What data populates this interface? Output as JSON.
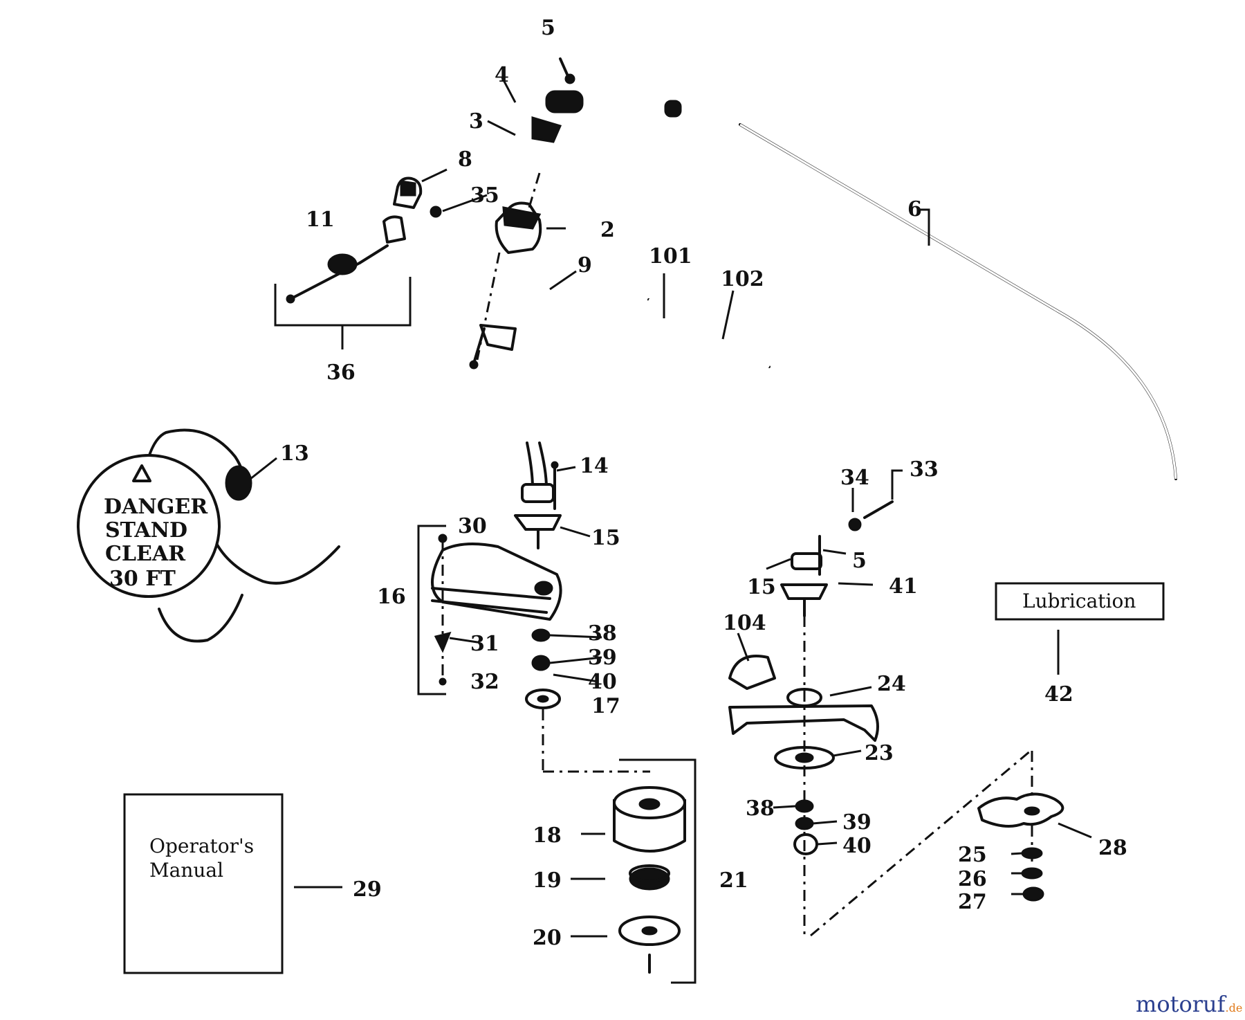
{
  "callouts": {
    "c2": "2",
    "c3": "3",
    "c4": "4",
    "c5a": "5",
    "c5b": "5",
    "c6": "6",
    "c8": "8",
    "c9": "9",
    "c11": "11",
    "c13": "13",
    "c14": "14",
    "c15a": "15",
    "c15b": "15",
    "c16": "16",
    "c17": "17",
    "c18": "18",
    "c19": "19",
    "c20": "20",
    "c21": "21",
    "c23": "23",
    "c24": "24",
    "c25": "25",
    "c26": "26",
    "c27": "27",
    "c28": "28",
    "c29": "29",
    "c30": "30",
    "c31": "31",
    "c32": "32",
    "c33": "33",
    "c34": "34",
    "c35": "35",
    "c36": "36",
    "c38a": "38",
    "c38b": "38",
    "c39a": "39",
    "c39b": "39",
    "c40a": "40",
    "c40b": "40",
    "c41": "41",
    "c42": "42",
    "c101": "101",
    "c102": "102",
    "c104": "104"
  },
  "danger_label": {
    "line1": "DANGER",
    "line2": "STAND",
    "line3": "CLEAR",
    "line4": "30 FT"
  },
  "manual_box": {
    "line1": "Operator's",
    "line2": "Manual"
  },
  "lubrication_box": {
    "label": "Lubrication"
  },
  "watermark": {
    "text": "motoruf",
    "suffix": ".de",
    "colors": {
      "primary": "#2a3f8f",
      "accent": "#e07a1a"
    }
  }
}
